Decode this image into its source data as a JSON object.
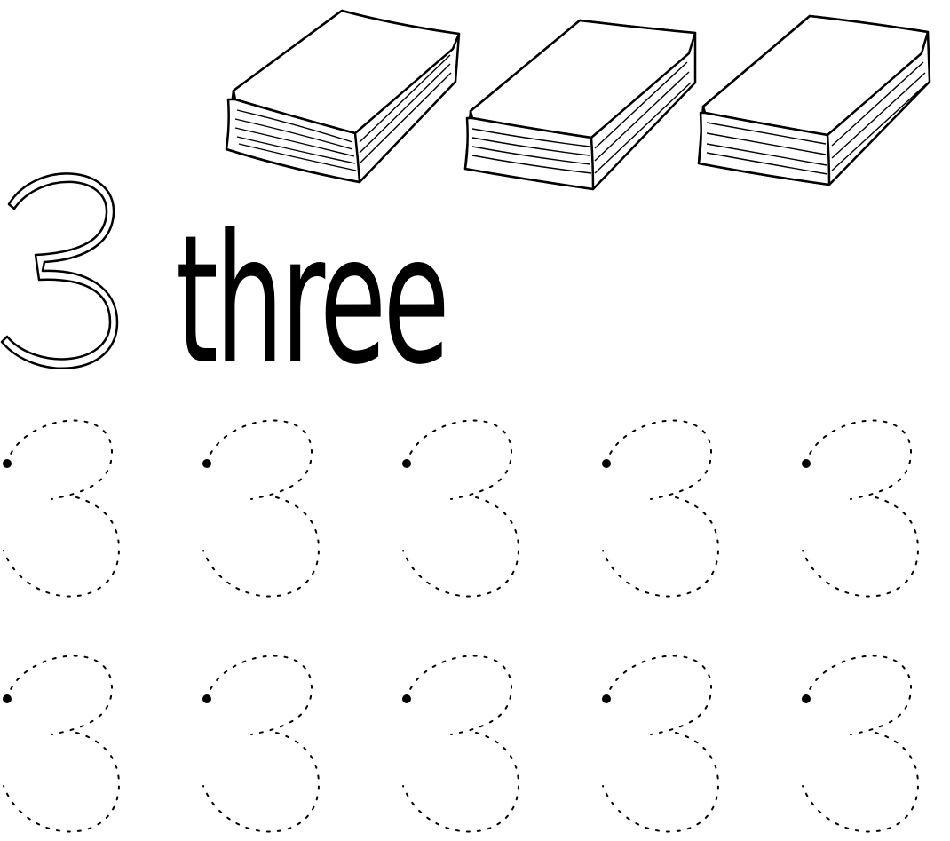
{
  "worksheet": {
    "digit": "3",
    "word": "three",
    "picture_icon": "book-icon",
    "picture_count": 3,
    "trace_rows": 2,
    "trace_per_row": 5
  }
}
